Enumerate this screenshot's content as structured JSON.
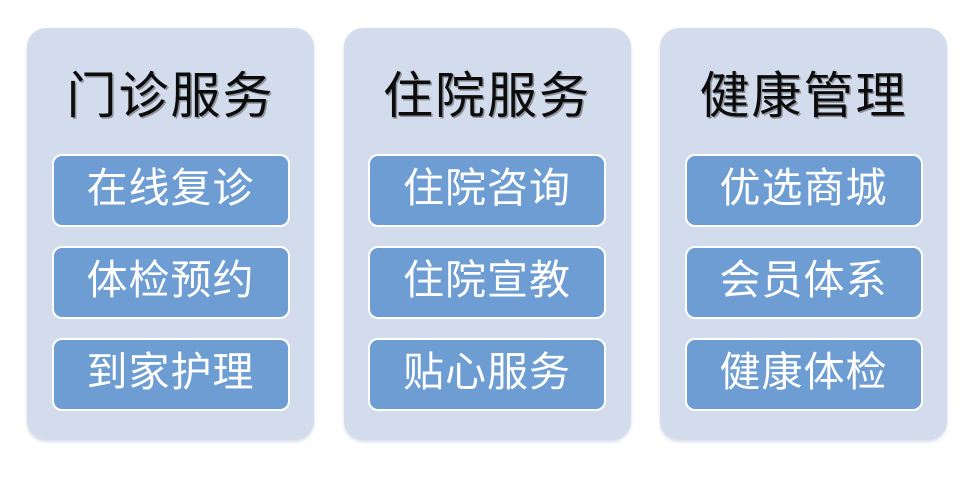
{
  "background_color": "#ffffff",
  "theme": {
    "card_background": "#d2dcec",
    "pill_background": "#6d9dd2",
    "pill_border": "#ffffff",
    "title_color": "#0c0c0c",
    "pill_label_color": "#ffffff"
  },
  "columns": [
    {
      "title": "门诊服务",
      "items": [
        {
          "label": "在线复诊"
        },
        {
          "label": "体检预约"
        },
        {
          "label": "到家护理"
        }
      ]
    },
    {
      "title": "住院服务",
      "items": [
        {
          "label": "住院咨询"
        },
        {
          "label": "住院宣教"
        },
        {
          "label": "贴心服务"
        }
      ]
    },
    {
      "title": "健康管理",
      "items": [
        {
          "label": "优选商城"
        },
        {
          "label": "会员体系"
        },
        {
          "label": "健康体检"
        }
      ]
    }
  ]
}
